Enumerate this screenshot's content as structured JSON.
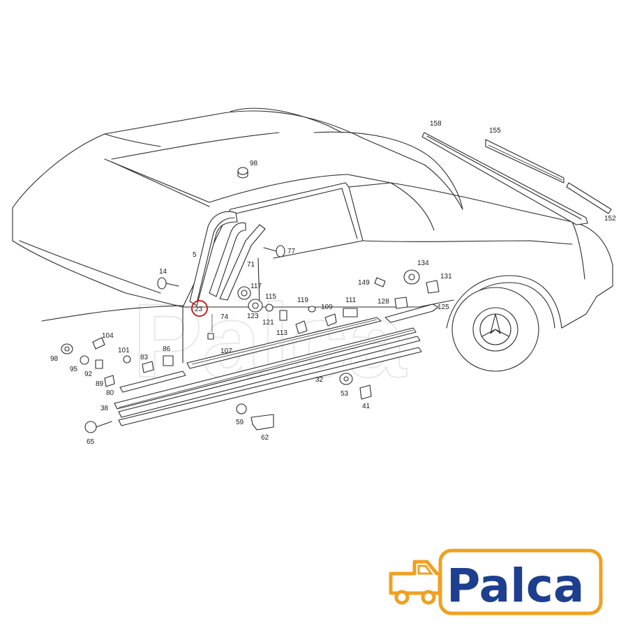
{
  "diagram": {
    "parts": [
      {
        "id": "p98a",
        "label": "98"
      },
      {
        "id": "p158",
        "label": "158"
      },
      {
        "id": "p155",
        "label": "155"
      },
      {
        "id": "p152",
        "label": "152"
      },
      {
        "id": "p5",
        "label": "5"
      },
      {
        "id": "p77",
        "label": "77"
      },
      {
        "id": "p71",
        "label": "71"
      },
      {
        "id": "p14",
        "label": "14"
      },
      {
        "id": "p117",
        "label": "117"
      },
      {
        "id": "p115",
        "label": "115"
      },
      {
        "id": "p23",
        "label": "23"
      },
      {
        "id": "p74",
        "label": "74"
      },
      {
        "id": "p123",
        "label": "123"
      },
      {
        "id": "p121",
        "label": "121"
      },
      {
        "id": "p119",
        "label": "119"
      },
      {
        "id": "p109",
        "label": "109"
      },
      {
        "id": "p111",
        "label": "111"
      },
      {
        "id": "p149",
        "label": "149"
      },
      {
        "id": "p134",
        "label": "134"
      },
      {
        "id": "p131",
        "label": "131"
      },
      {
        "id": "p128",
        "label": "128"
      },
      {
        "id": "p125",
        "label": "125"
      },
      {
        "id": "p113",
        "label": "113"
      },
      {
        "id": "p104",
        "label": "104"
      },
      {
        "id": "p98b",
        "label": "98"
      },
      {
        "id": "p95",
        "label": "95"
      },
      {
        "id": "p92",
        "label": "92"
      },
      {
        "id": "p101",
        "label": "101"
      },
      {
        "id": "p86",
        "label": "86"
      },
      {
        "id": "p83",
        "label": "83"
      },
      {
        "id": "p89",
        "label": "89"
      },
      {
        "id": "p80",
        "label": "80"
      },
      {
        "id": "p107",
        "label": "107"
      },
      {
        "id": "p32",
        "label": "32"
      },
      {
        "id": "p38",
        "label": "38"
      },
      {
        "id": "p53",
        "label": "53"
      },
      {
        "id": "p41",
        "label": "41"
      },
      {
        "id": "p59",
        "label": "59"
      },
      {
        "id": "p62",
        "label": "62"
      },
      {
        "id": "p65",
        "label": "65"
      }
    ],
    "highlighted_part": "23",
    "highlight_color": "#cc1f1f",
    "watermark_text": "Palca"
  },
  "logo": {
    "text": "Palca",
    "text_color": "#1e3f8f",
    "truck_color": "#f0a020"
  }
}
